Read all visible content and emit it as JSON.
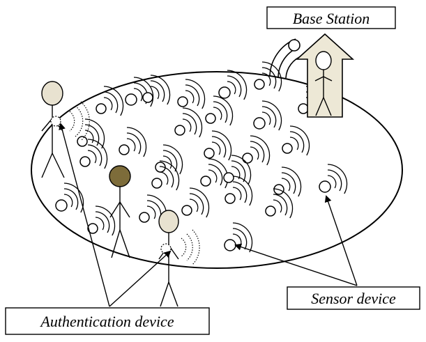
{
  "labels": {
    "base_station": "Base Station",
    "sensor_device": "Sensor device",
    "authentication_device": "Authentication device"
  },
  "colors": {
    "person_head_light": "#e8e2d0",
    "person_head_dark": "#7d6c3a",
    "base_station_fill": "#ede8d6",
    "line": "#000000"
  }
}
